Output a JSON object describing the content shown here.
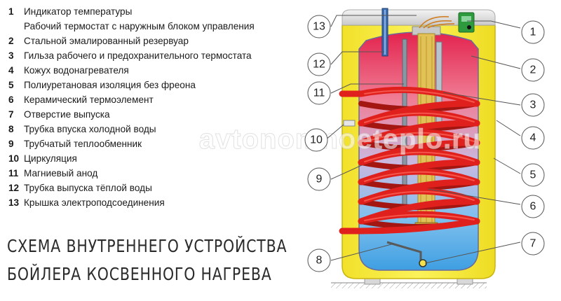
{
  "legend": [
    {
      "num": "1",
      "text": "Индикатор температуры"
    },
    {
      "num": "",
      "text": "Рабочий термостат с наружным блоком управления"
    },
    {
      "num": "2",
      "text": "Стальной эмалированный резервуар"
    },
    {
      "num": "3",
      "text": "Гильза рабочего и предохранительного термостата"
    },
    {
      "num": "4",
      "text": "Кожух водонагревателя"
    },
    {
      "num": "5",
      "text": "Полиуретановая изоляция без фреона"
    },
    {
      "num": "6",
      "text": "Керамический термоэлемент"
    },
    {
      "num": "7",
      "text": "Отверстие выпуска"
    },
    {
      "num": "8",
      "text": "Трубка впуска холодной воды"
    },
    {
      "num": "9",
      "text": "Трубчатый теплообменник"
    },
    {
      "num": "10",
      "text": "Циркуляция"
    },
    {
      "num": "11",
      "text": "Магниевый анод"
    },
    {
      "num": "12",
      "text": "Трубка выпуска тёплой воды"
    },
    {
      "num": "13",
      "text": "Крышка электроподсоединения"
    }
  ],
  "caption": {
    "line1": "СХЕМА ВНУТРЕННЕГО УСТРОЙСТВА",
    "line2": "БОЙЛЕРА КОСВЕННОГО НАГРЕВА"
  },
  "callouts": {
    "c1": "1",
    "c2": "2",
    "c3": "3",
    "c4": "4",
    "c5": "5",
    "c6": "6",
    "c7": "7",
    "c8": "8",
    "c9": "9",
    "c10": "10",
    "c11": "11",
    "c12": "12",
    "c13": "13"
  },
  "watermark": "avtonomnoeteplo.ru",
  "colors": {
    "insulation": "#f5ea2c",
    "coil": "#e0201c",
    "tank_top": "#e8214a",
    "tank_bottom": "#4ea7e6",
    "heating_element": "#d9b84a",
    "anode": "#8a96a2"
  }
}
